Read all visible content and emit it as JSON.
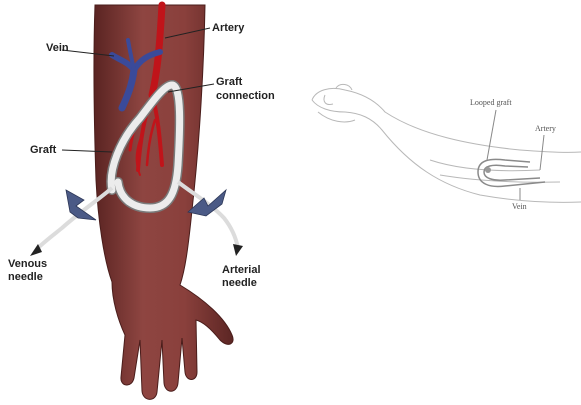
{
  "left_diagram": {
    "labels": {
      "vein": "Vein",
      "artery": "Artery",
      "graft_connection_line1": "Graft",
      "graft_connection_line2": "connection",
      "graft": "Graft",
      "venous_needle_line1": "Venous",
      "venous_needle_line2": "needle",
      "arterial_needle_line1": "Arterial",
      "arterial_needle_line2": "needle"
    },
    "colors": {
      "skin": "#8a3f3b",
      "skin_dark": "#5e2523",
      "artery": "#c0141a",
      "vein": "#3a4a9a",
      "graft": "#e6e6e6",
      "needle_wing": "#4b5a86"
    }
  },
  "right_diagram": {
    "labels": {
      "looped_graft": "Looped graft",
      "artery": "Artery",
      "vein": "Vein"
    },
    "colors": {
      "outline": "#b8b8b8"
    }
  }
}
